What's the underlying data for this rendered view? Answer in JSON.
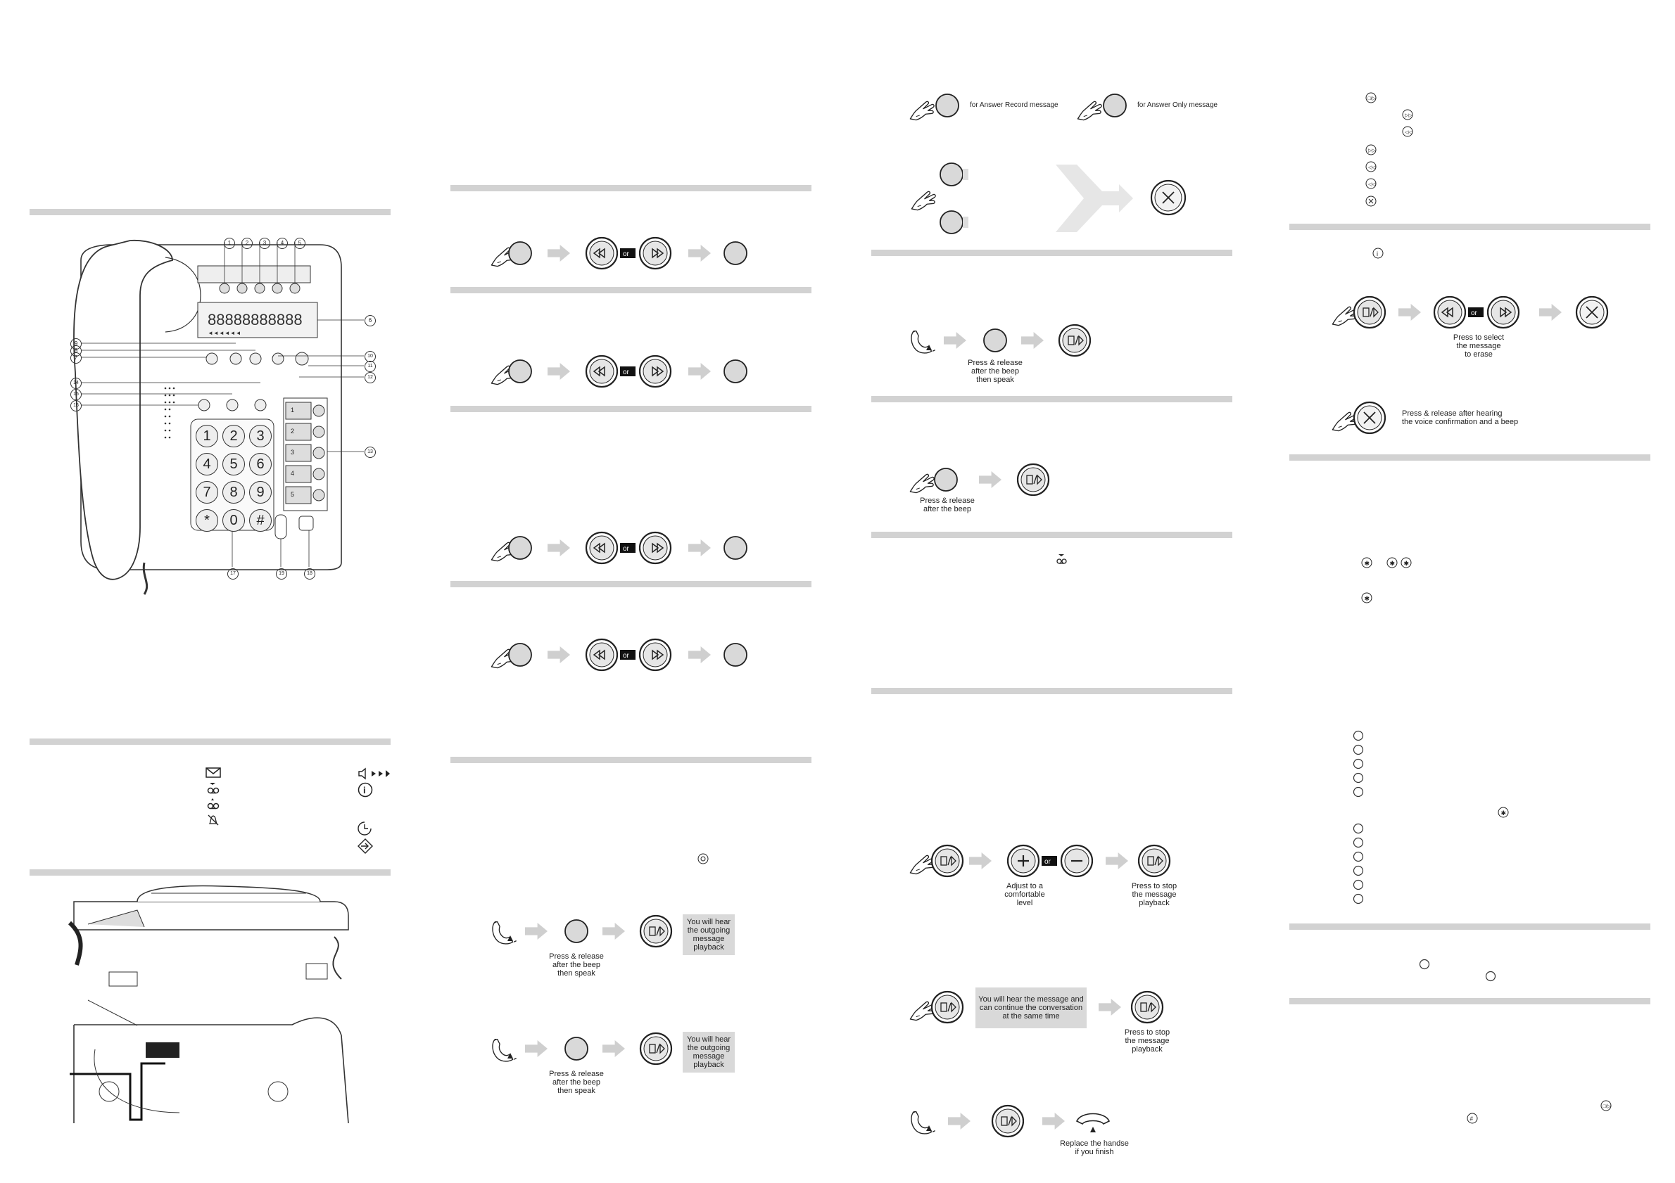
{
  "captions": {
    "answer_record": "for Answer Record message",
    "answer_only": "for Answer Only message",
    "or": "or",
    "press_release_beep_speak": "Press & release\nafter the beep\nthen speak",
    "press_release_beep": "Press & release\nafter the beep",
    "hear_outgoing": "You will hear\nthe outgoing\nmessage\nplayback",
    "adjust_level": "Adjust to a\ncomfortable\nlevel",
    "press_stop_playback": "Press to stop\nthe message\nplayback",
    "hear_message_continue": "You will hear the message and\ncan continue the conversation\nat the same time",
    "replace_handset": "Replace the handse\nif you finish",
    "press_select_erase": "Press to select\nthe message\nto erase",
    "press_release_voice_confirm": "Press & release after hearing\nthe voice confirmation and a beep"
  },
  "phone_keys": [
    "1",
    "2",
    "3",
    "4",
    "5",
    "6",
    "7",
    "8",
    "9",
    "*",
    "0",
    "#"
  ],
  "callouts": [
    "1",
    "2",
    "3",
    "4",
    "5",
    "6",
    "7",
    "8",
    "9",
    "10",
    "11",
    "12",
    "13",
    "14",
    "15",
    "16",
    "17",
    "18",
    "19"
  ],
  "memory_keys": [
    "1",
    "2",
    "3",
    "4",
    "5"
  ],
  "lcd_digits": "88888888888",
  "icon_names": [
    "envelope-icon",
    "answering-machine-icon",
    "bell-off-icon",
    "volume-icon",
    "info-icon",
    "clock-icon",
    "forward-icon"
  ]
}
